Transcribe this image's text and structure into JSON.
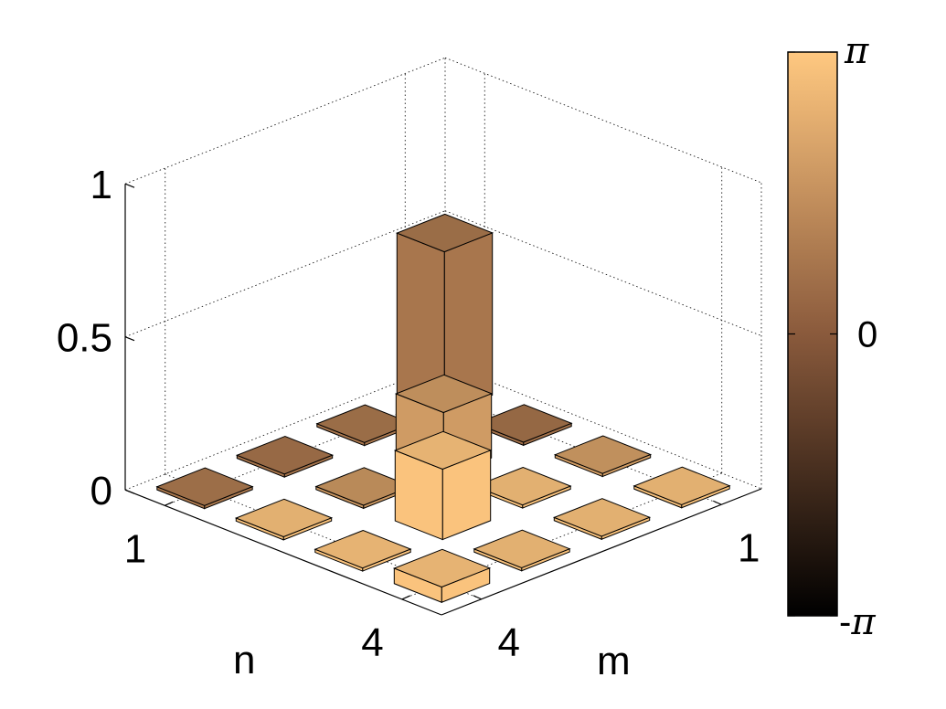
{
  "chart_data": {
    "type": "bar3d",
    "grid": true,
    "x": {
      "name": "m",
      "tick_labels": [
        "1",
        "4"
      ],
      "tick_positions": [
        1,
        4
      ],
      "range": [
        1,
        4
      ]
    },
    "y": {
      "name": "n",
      "tick_labels": [
        "1",
        "4"
      ],
      "tick_positions": [
        1,
        4
      ],
      "range": [
        1,
        4
      ]
    },
    "z": {
      "range": [
        0,
        1
      ],
      "ticks": [
        0,
        0.5,
        1
      ],
      "tick_labels": [
        "0",
        "0.5",
        "1"
      ]
    },
    "colorbar": {
      "range": [
        -3.1416,
        3.1416
      ],
      "tick_labels": [
        "-π",
        "0",
        "π"
      ],
      "tick_values": [
        -3.1416,
        0,
        3.1416
      ],
      "colors": [
        "#000000",
        "#8a5a3c",
        "#ffc880"
      ]
    },
    "bars": [
      {
        "m": 1,
        "n": 1,
        "height": 0.53,
        "phase": 0.8
      },
      {
        "m": 2,
        "n": 1,
        "height": 0.01,
        "phase": 0.8
      },
      {
        "m": 3,
        "n": 1,
        "height": 0.01,
        "phase": 0.7
      },
      {
        "m": 4,
        "n": 1,
        "height": 0.01,
        "phase": 0.85
      },
      {
        "m": 1,
        "n": 2,
        "height": 0.01,
        "phase": 0.65
      },
      {
        "m": 2,
        "n": 2,
        "height": 0.21,
        "phase": 1.85
      },
      {
        "m": 3,
        "n": 2,
        "height": 0.01,
        "phase": 1.7
      },
      {
        "m": 4,
        "n": 2,
        "height": 0.01,
        "phase": 2.9
      },
      {
        "m": 1,
        "n": 3,
        "height": 0.01,
        "phase": 1.9
      },
      {
        "m": 2,
        "n": 3,
        "height": 0.01,
        "phase": 2.9
      },
      {
        "m": 3,
        "n": 3,
        "height": 0.23,
        "phase": 3.0
      },
      {
        "m": 4,
        "n": 3,
        "height": 0.01,
        "phase": 3.0
      },
      {
        "m": 1,
        "n": 4,
        "height": 0.01,
        "phase": 2.9
      },
      {
        "m": 2,
        "n": 4,
        "height": 0.01,
        "phase": 2.9
      },
      {
        "m": 3,
        "n": 4,
        "height": 0.01,
        "phase": 2.9
      },
      {
        "m": 4,
        "n": 4,
        "height": 0.05,
        "phase": 3.0
      }
    ]
  }
}
